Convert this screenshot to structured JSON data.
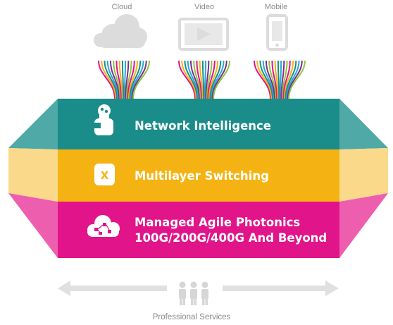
{
  "sources": [
    {
      "label": "Cloud",
      "icon": "cloud-icon"
    },
    {
      "label": "Video",
      "icon": "video-player-icon"
    },
    {
      "label": "Mobile",
      "icon": "mobile-phone-icon"
    }
  ],
  "layers": [
    {
      "lines": [
        "Network Intelligence"
      ],
      "icon": "robot-icon",
      "color": "#1a8c8a",
      "side_color": "#4fa9a7"
    },
    {
      "lines": [
        "Multilayer Switching"
      ],
      "icon": "switch-x-icon",
      "color": "#f5b313",
      "side_color": "#fbd98a"
    },
    {
      "lines": [
        "Managed Agile Photonics",
        "100G/200G/400G And Beyond"
      ],
      "icon": "photonic-network-cloud-icon",
      "color": "#e2148a",
      "side_color": "#ee5eae"
    }
  ],
  "footer": {
    "label": "Professional Services",
    "icon": "people-group-icon"
  },
  "fiber_colors": [
    "#e2148a",
    "#f5b313",
    "#1a8c8a",
    "#2aa7d8",
    "#7a2f8c",
    "#8cc63f"
  ]
}
